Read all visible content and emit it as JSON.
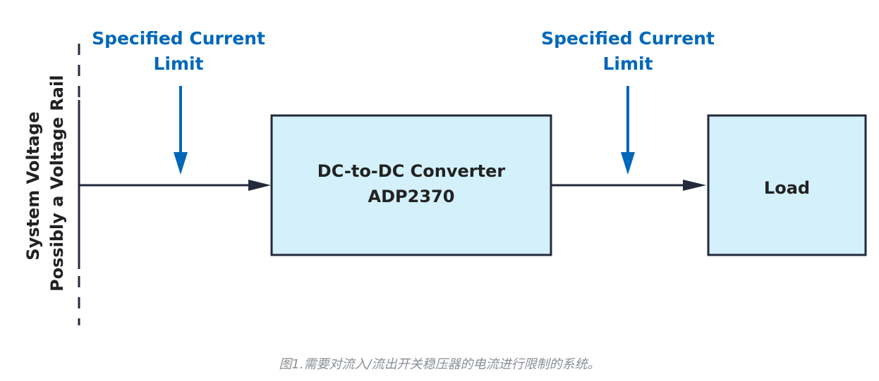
{
  "diagram": {
    "left_limit": {
      "line1": "Specified Current",
      "line2": "Limit"
    },
    "right_limit": {
      "line1": "Specified Current",
      "line2": "Limit"
    },
    "rail": {
      "line1": "System Voltage",
      "line2": "Possibly a Voltage Rail"
    },
    "converter": {
      "line1": "DC-to-DC Converter",
      "line2": "ADP2370"
    },
    "load": {
      "label": "Load"
    },
    "caption": "图1.需要对流入/流出开关稳压器的电流进行限制的系统。"
  },
  "colors": {
    "box_fill": "#d3f0fb",
    "box_stroke": "#232a3a",
    "arrow_blue": "#0067b9",
    "line_dark": "#232a3a",
    "caption_gray": "#8a8f94"
  }
}
